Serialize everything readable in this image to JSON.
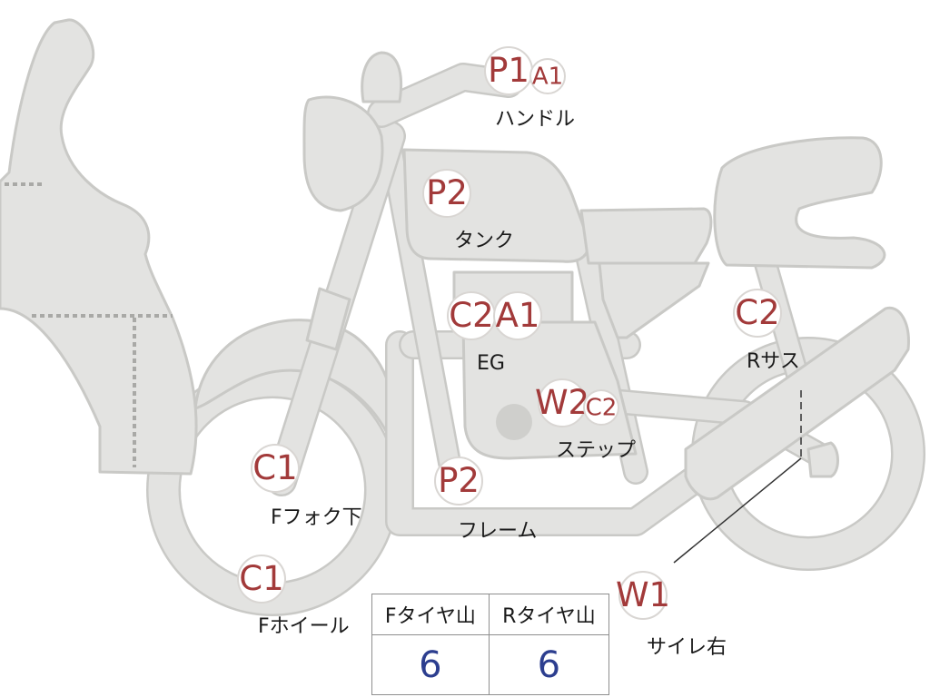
{
  "badges": [
    {
      "code": "P1"
    },
    {
      "code": "A1"
    },
    {
      "code": "P2"
    },
    {
      "code": "C2"
    },
    {
      "code": "A1"
    },
    {
      "code": "C2"
    },
    {
      "code": "W2"
    },
    {
      "code": "C2"
    },
    {
      "code": "C1"
    },
    {
      "code": "P2"
    },
    {
      "code": "C1"
    },
    {
      "code": "W1"
    }
  ],
  "labels": {
    "handle": "ハンドル",
    "tank": "タンク",
    "engine": "EG",
    "rear_suspension": "Rサス",
    "step": "ステップ",
    "front_fork_lower": "Fフォク下",
    "frame": "フレーム",
    "front_wheel": "Fホイール",
    "muffler_right": "サイレ右"
  },
  "tire_table": {
    "headers": [
      "Fタイヤ山",
      "Rタイヤ山"
    ],
    "values": [
      "6",
      "6"
    ]
  },
  "colors": {
    "badge_text": "#a23a3a",
    "tire_value": "#2c3e8f",
    "part_fill": "#e3e3e1",
    "part_stroke": "#c9c9c6"
  }
}
